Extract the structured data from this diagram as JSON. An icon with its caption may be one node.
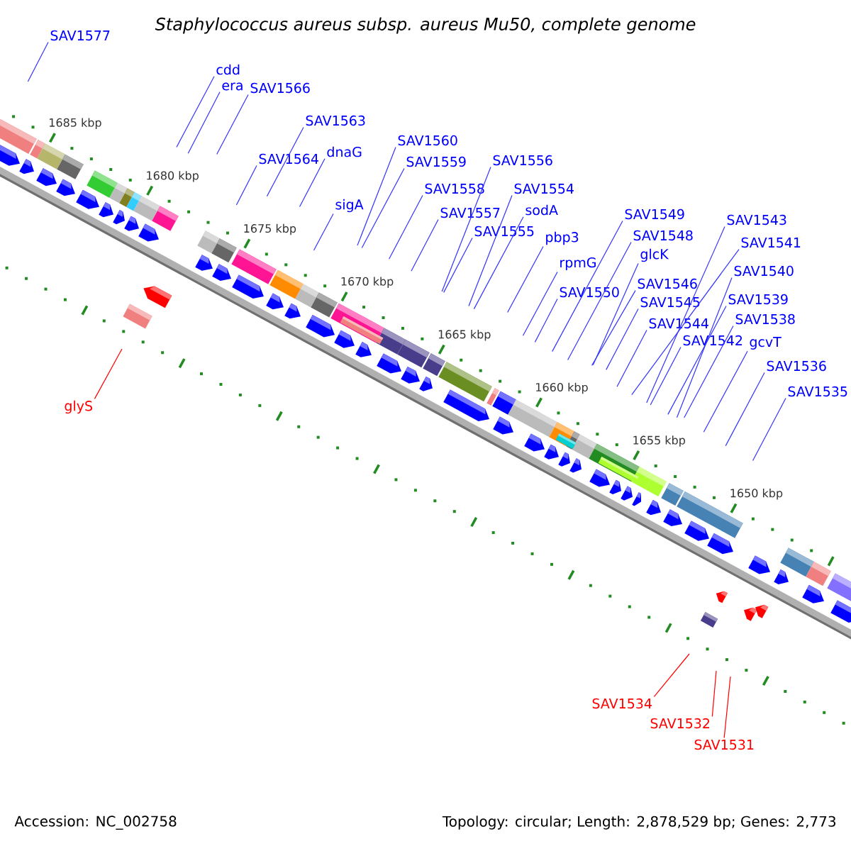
{
  "diagram": {
    "title": "Staphylococcus aureus subsp. aureus Mu50, complete genome",
    "nodes": [
      {
        "text": [
          "SAV1577"
        ]
      },
      {
        "text": [
          "cdd"
        ]
      },
      {
        "text": [
          "era"
        ]
      },
      {
        "text": [
          "SAV1566"
        ]
      },
      {
        "text": [
          "SAV1563"
        ]
      },
      {
        "text": [
          "SAV1564"
        ]
      },
      {
        "text": [
          "dnaG"
        ]
      },
      {
        "text": [
          "SAV1560"
        ]
      },
      {
        "text": [
          "SAV1559"
        ]
      },
      {
        "text": [
          "sigA"
        ]
      },
      {
        "text": [
          "SAV1556"
        ]
      },
      {
        "text": [
          "SAV1558"
        ]
      },
      {
        "text": [
          "SAV1554"
        ]
      },
      {
        "text": [
          "SAV1557"
        ]
      },
      {
        "text": [
          "sodA"
        ]
      },
      {
        "text": [
          "SAV1555"
        ]
      },
      {
        "text": [
          "pbp3"
        ]
      },
      {
        "text": [
          "SAV1549"
        ]
      },
      {
        "text": [
          "SAV1548"
        ]
      },
      {
        "text": [
          "rpmG"
        ]
      },
      {
        "text": [
          "glcK"
        ]
      },
      {
        "text": [
          "SAV1550"
        ]
      },
      {
        "text": [
          "SAV1546"
        ]
      },
      {
        "text": [
          "SAV1543"
        ]
      },
      {
        "text": [
          "SAV1541"
        ]
      },
      {
        "text": [
          "SAV1540"
        ]
      },
      {
        "text": [
          "SAV1545"
        ]
      },
      {
        "text": [
          "SAV1539"
        ]
      },
      {
        "text": [
          "SAV1544"
        ]
      },
      {
        "text": [
          "SAV1538"
        ]
      },
      {
        "text": [
          "SAV1542"
        ]
      },
      {
        "text": [
          "gcvT"
        ]
      },
      {
        "text": [
          "SAV1536"
        ]
      },
      {
        "text": [
          "SAV1535"
        ]
      },
      {
        "text": [
          "glyS"
        ]
      },
      {
        "text": [
          "SAV1534"
        ]
      },
      {
        "text": [
          "SAV1532"
        ]
      },
      {
        "text": [
          "SAV1531"
        ]
      }
    ],
    "edges": [
      {
        "from": 0,
        "to": null,
        "arrow": "none"
      },
      {
        "from": 1,
        "to": null,
        "arrow": "none"
      },
      {
        "from": 2,
        "to": null,
        "arrow": "none"
      },
      {
        "from": 3,
        "to": null,
        "arrow": "none"
      },
      {
        "from": 4,
        "to": null,
        "arrow": "none"
      },
      {
        "from": 5,
        "to": null,
        "arrow": "none"
      },
      {
        "from": 6,
        "to": null,
        "arrow": "none"
      },
      {
        "from": 7,
        "to": null,
        "arrow": "none"
      },
      {
        "from": 8,
        "to": null,
        "arrow": "none"
      },
      {
        "from": 9,
        "to": null,
        "arrow": "none"
      },
      {
        "from": 10,
        "to": null,
        "arrow": "none"
      },
      {
        "from": 11,
        "to": null,
        "arrow": "none"
      },
      {
        "from": 12,
        "to": null,
        "arrow": "none"
      },
      {
        "from": 13,
        "to": null,
        "arrow": "none"
      },
      {
        "from": 14,
        "to": null,
        "arrow": "none"
      },
      {
        "from": 15,
        "to": null,
        "arrow": "none"
      },
      {
        "from": 16,
        "to": null,
        "arrow": "none"
      },
      {
        "from": 17,
        "to": null,
        "arrow": "none"
      },
      {
        "from": 18,
        "to": null,
        "arrow": "none"
      },
      {
        "from": 19,
        "to": null,
        "arrow": "none"
      },
      {
        "from": 20,
        "to": null,
        "arrow": "none"
      },
      {
        "from": 21,
        "to": null,
        "arrow": "none"
      },
      {
        "from": 22,
        "to": null,
        "arrow": "none"
      },
      {
        "from": 23,
        "to": null,
        "arrow": "none"
      },
      {
        "from": 24,
        "to": null,
        "arrow": "none"
      },
      {
        "from": 25,
        "to": null,
        "arrow": "none"
      },
      {
        "from": 26,
        "to": null,
        "arrow": "none"
      },
      {
        "from": 27,
        "to": null,
        "arrow": "none"
      },
      {
        "from": 28,
        "to": null,
        "arrow": "none"
      },
      {
        "from": 29,
        "to": null,
        "arrow": "none"
      },
      {
        "from": 30,
        "to": null,
        "arrow": "none"
      },
      {
        "from": 31,
        "to": null,
        "arrow": "none"
      },
      {
        "from": 32,
        "to": null,
        "arrow": "none"
      },
      {
        "from": 33,
        "to": null,
        "arrow": "none"
      },
      {
        "from": 34,
        "to": null,
        "arrow": "none",
        "color": "#ff0000"
      },
      {
        "from": 35,
        "to": null,
        "arrow": "none",
        "color": "#ff0000"
      },
      {
        "from": 36,
        "to": null,
        "arrow": "none",
        "color": "#ff0000"
      },
      {
        "from": 37,
        "to": null,
        "arrow": "none",
        "color": "#ff0000"
      }
    ],
    "labels": [
      "1685 kbp",
      "1680 kbp",
      "1675 kbp",
      "1670 kbp",
      "1665 kbp",
      "1660 kbp",
      "1655 kbp",
      "1650 kbp",
      "Accession: NC_002758",
      "Topology: circular; Length: 2,878,529 bp; Genes: 2,773"
    ]
  }
}
